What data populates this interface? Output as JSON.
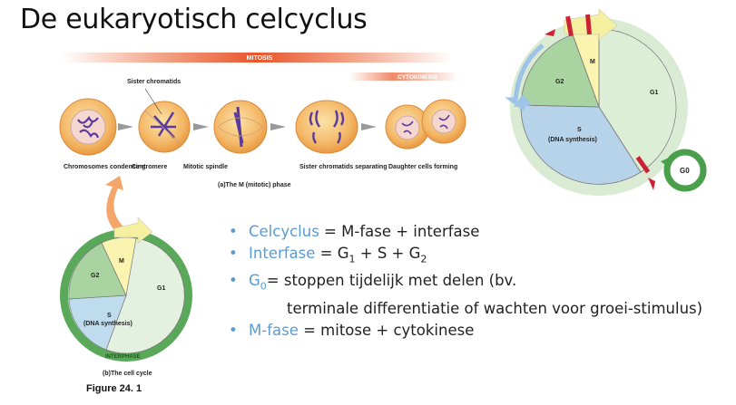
{
  "slide": {
    "title": "De eukaryotisch celcyclus",
    "bullets": [
      {
        "term": "Celcyclus",
        "rest": " = M-fase + interfase"
      },
      {
        "term": "Interfase",
        "rest_a": " = G",
        "sub1": "1",
        "rest_b": " + S + G",
        "sub2": "2"
      },
      {
        "term": "G",
        "term_sub": "0",
        "rest": "= stoppen tijdelijk met delen (bv."
      },
      {
        "cont": "terminale differentiatie of wachten voor groei-stimulus)"
      },
      {
        "term": "M-fase",
        "rest": " = mitose + cytokinese"
      }
    ]
  },
  "mitosis_figure": {
    "banner_mitosis": "MITOSIS",
    "banner_cytokinesis": "CYTOKINESIS",
    "label_sister_chromatids": "Sister chromatids",
    "stage_labels": [
      "Chromosomes condensing",
      "Centromere",
      "Mitotic spindle",
      "Sister chromatids separating",
      "Daughter cells forming"
    ],
    "caption": "(a)The M (mitotic) phase"
  },
  "cycle_small": {
    "m": "M",
    "g2": "G2",
    "g1": "G1",
    "s": "S",
    "s_sub": "(DNA synthesis)",
    "interphase": "INTERPHASE",
    "caption": "(b)The cell cycle",
    "figure": "Figure 24. 1"
  },
  "cycle_large": {
    "m": "M",
    "g2": "G2",
    "g1": "G1",
    "s": "S",
    "s_sub": "(DNA synthesis)",
    "g0": "G0"
  },
  "colors": {
    "accent_blue": "#5b9bd5",
    "mitosis_banner": "#e8562c",
    "g1_green": "#dcefd6",
    "g2_green": "#a9d3a1",
    "s_blue": "#b7d3ea",
    "m_yellow": "#fbf4b0"
  }
}
